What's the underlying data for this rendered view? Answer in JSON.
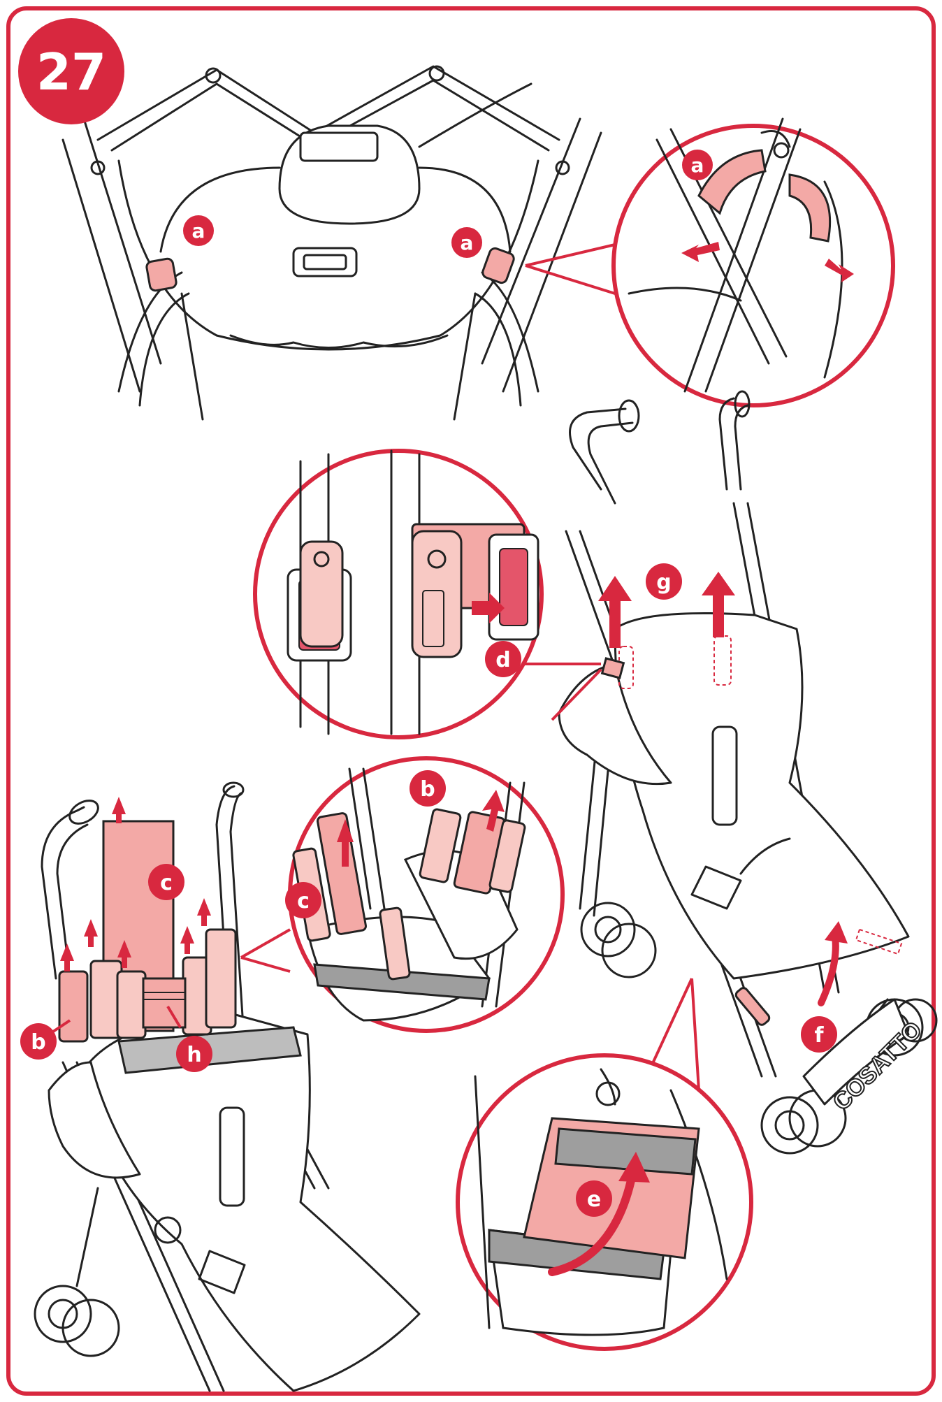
{
  "step_number": "27",
  "brand": "COSATTO",
  "labels": {
    "a_left": "a",
    "a_mid": "a",
    "a_zoom": "a",
    "b_zoom": "b",
    "b_left": "b",
    "c_main": "c",
    "c_zoom": "c",
    "d": "d",
    "e": "e",
    "f": "f",
    "g": "g",
    "h": "h"
  },
  "colors": {
    "accent": "#d8283f",
    "pink": "#f3a9a6",
    "pink_light": "#f8c9c4",
    "line": "#222222",
    "gray_band": "#bdbdbd"
  }
}
